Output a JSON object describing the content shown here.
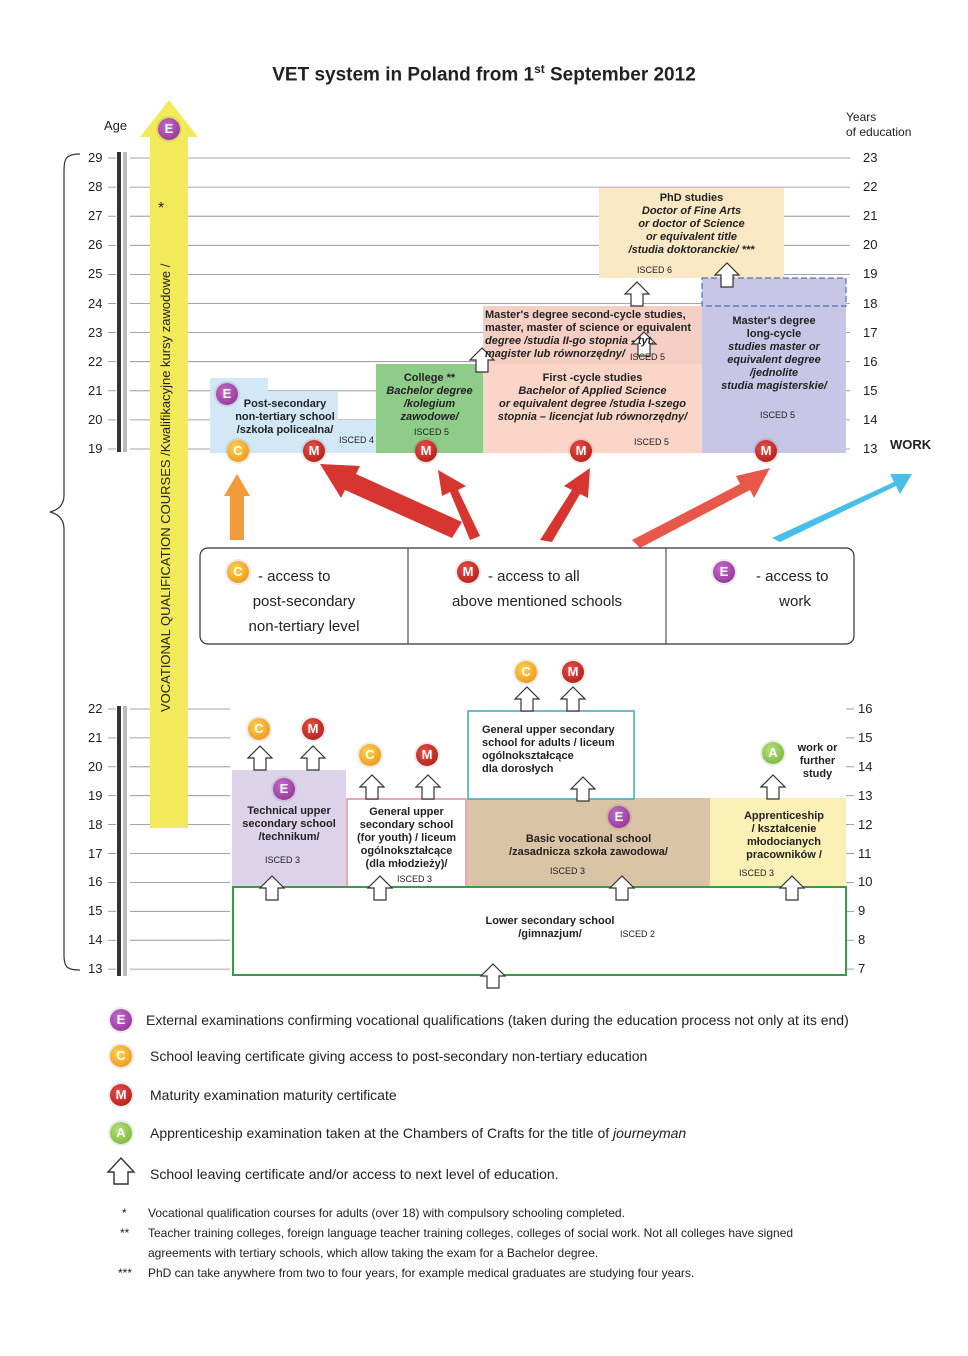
{
  "title": {
    "main": "VET system in Poland from 1",
    "sup": "st",
    "rest": " September 2012"
  },
  "axis": {
    "left_label": "Age",
    "right_label_1": "Years",
    "right_label_2": "of education",
    "work_label": "WORK",
    "upper_ages": [
      "29",
      "28",
      "27",
      "26",
      "25",
      "24",
      "23",
      "22",
      "21",
      "20",
      "19"
    ],
    "upper_years": [
      "23",
      "22",
      "21",
      "20",
      "19",
      "18",
      "17",
      "16",
      "15",
      "14",
      "13"
    ],
    "lower_ages": [
      "22",
      "21",
      "20",
      "19",
      "18",
      "17",
      "16",
      "15",
      "14",
      "13"
    ],
    "lower_years": [
      "16",
      "15",
      "14",
      "13",
      "12",
      "11",
      "10",
      "9",
      "8",
      "7"
    ]
  },
  "vertical_bar": {
    "label": "VOCATIONAL QUALIFICATION COURSES /Kwalifikacyjne kursy zawodowe /",
    "star": "*",
    "badge": "E"
  },
  "boxes": {
    "phd": {
      "l1": "PhD studies",
      "l2": "Doctor of Fine Arts",
      "l3": "or doctor of Science",
      "l4": "or equivalent title",
      "l5": "/studia doktoranckie/ ***",
      "isced": "ISCED 6"
    },
    "masters_long": {
      "l1": "Master's degree",
      "l2": "long-cycle",
      "l3": "studies master or",
      "l4": "equivalent degree",
      "l5": "/jednolite",
      "l6": "studia magisterskie/",
      "isced": "ISCED 5"
    },
    "masters_second": {
      "l1": "Master's degree second-cycle studies,",
      "l2": "master, master of science or equivalent",
      "l3": "degree /studia II-go stopnia - tyt.",
      "l4": "magister lub równorzędny/",
      "isced": "ISCED 5"
    },
    "first_cycle": {
      "l1": "First -cycle studies",
      "l2": "Bachelor of Applied Science",
      "l3": "or equivalent degree /studia I-szego",
      "l4": "stopnia – licencjat lub równorzędny/",
      "isced": "ISCED 5"
    },
    "college": {
      "l1": "College **",
      "l2": "Bachelor degree",
      "l3": "/kolegium",
      "l4": "zawodowe/",
      "isced": "ISCED 5"
    },
    "post_secondary": {
      "l1": "Post-secondary",
      "l2": "non-tertiary school",
      "l3": "/szkoła policealna/",
      "isced": "ISCED 4"
    },
    "technical": {
      "l1": "Technical upper",
      "l2": "secondary school",
      "l3": "/technikum/",
      "isced": "ISCED 3"
    },
    "general_youth": {
      "l1": "General upper",
      "l2": "secondary school",
      "l3": "(for youth) / liceum",
      "l4": "ogólnokształcące",
      "l5": "(dla młodzieży)/",
      "isced": "ISCED 3"
    },
    "general_adults": {
      "l1": "General upper secondary",
      "l2": "school for adults / liceum",
      "l3": "ogólnokształcące",
      "l4": "dla dorosłych"
    },
    "basic_vocational": {
      "l1": "Basic vocational school",
      "l2": "/zasadnicza szkoła zawodowa/",
      "isced": "ISCED 3"
    },
    "apprenticeship": {
      "l1": "Apprenticeship",
      "l2": "/ kształcenie",
      "l3": "młodocianych",
      "l4": "pracowników /",
      "isced": "ISCED 3"
    },
    "work_or_study": {
      "l1": "work or",
      "l2": "further",
      "l3": "study"
    },
    "lower_secondary": {
      "l1": "Lower secondary school",
      "l2": "/gimnazjum/",
      "isced": "ISCED 2"
    }
  },
  "key": {
    "c_badge": "C",
    "c_text1": "- access to",
    "c_text2": "post-secondary",
    "c_text3": "non-tertiary level",
    "m_badge": "M",
    "m_text1": "- access to all",
    "m_text2": "above mentioned schools",
    "e_badge": "E",
    "e_text1": "- access to",
    "e_text2": "work"
  },
  "legend": [
    {
      "badge": "E",
      "text": "External examinations confirming vocational qualifications (taken during the education process not only at its end)"
    },
    {
      "badge": "C",
      "text": "School leaving certificate giving access to post-secondary non-tertiary education"
    },
    {
      "badge": "M",
      "text": "Maturity examination maturity certificate"
    },
    {
      "badge": "A",
      "text": "Apprenticeship examination taken at the Chambers of Crafts for the title of ",
      "italic": "journeyman"
    },
    {
      "badge": "",
      "text": "School leaving certificate and/or access to next level of education."
    }
  ],
  "notes": [
    {
      "mark": "*",
      "text": "Vocational qualification courses for adults (over 18) with compulsory schooling completed."
    },
    {
      "mark": "**",
      "text": "Teacher training colleges, foreign language teacher training colleges, colleges of social work. Not all colleges have signed"
    },
    {
      "mark": "",
      "text": "agreements with tertiary schools, which allow taking the exam for a Bachelor degree."
    },
    {
      "mark": "***",
      "text": "PhD can take anywhere from two to four years, for example medical graduates  are studying four years."
    }
  ],
  "colors": {
    "yellow_bar": "#f2ea5b",
    "phd": "#fbe8c5",
    "masters_long": "#c7c6e6",
    "masters_second": "#f6cfc4",
    "first_cycle": "#fbd6c8",
    "college": "#8fcc8a",
    "post_secondary": "#d2e8f7",
    "technical": "#dcd3ea",
    "basic": "#dac4a6",
    "apprentice": "#fbf1b6",
    "lower_border": "#3a9a4a",
    "general_youth_border": "#e58b98",
    "general_adults_border": "#3aa9c2"
  }
}
